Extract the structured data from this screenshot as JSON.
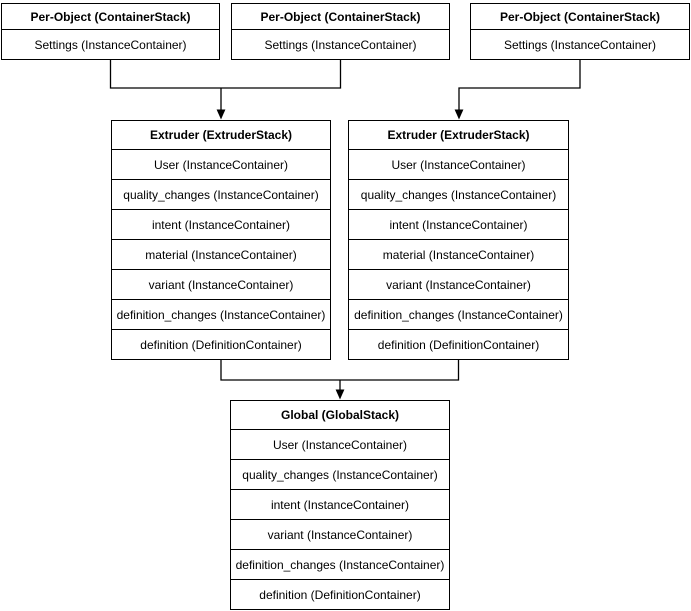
{
  "colors": {
    "background": "#ffffff",
    "stroke": "#000000",
    "text": "#000000",
    "box_fill": "#ffffff"
  },
  "boxes": {
    "per_object_1": {
      "title": "Per-Object (ContainerStack)",
      "rows": [
        "Settings (InstanceContainer)"
      ]
    },
    "per_object_2": {
      "title": "Per-Object (ContainerStack)",
      "rows": [
        "Settings (InstanceContainer)"
      ]
    },
    "per_object_3": {
      "title": "Per-Object (ContainerStack)",
      "rows": [
        "Settings (InstanceContainer)"
      ]
    },
    "extruder_1": {
      "title": "Extruder (ExtruderStack)",
      "rows": [
        "User (InstanceContainer)",
        "quality_changes (InstanceContainer)",
        "intent (InstanceContainer)",
        "material (InstanceContainer)",
        "variant (InstanceContainer)",
        "definition_changes (InstanceContainer)",
        "definition (DefinitionContainer)"
      ]
    },
    "extruder_2": {
      "title": "Extruder (ExtruderStack)",
      "rows": [
        "User (InstanceContainer)",
        "quality_changes (InstanceContainer)",
        "intent (InstanceContainer)",
        "material (InstanceContainer)",
        "variant (InstanceContainer)",
        "definition_changes (InstanceContainer)",
        "definition (DefinitionContainer)"
      ]
    },
    "global": {
      "title": "Global (GlobalStack)",
      "rows": [
        "User (InstanceContainer)",
        "quality_changes (InstanceContainer)",
        "intent (InstanceContainer)",
        "variant (InstanceContainer)",
        "definition_changes (InstanceContainer)",
        "definition (DefinitionContainer)"
      ]
    }
  }
}
